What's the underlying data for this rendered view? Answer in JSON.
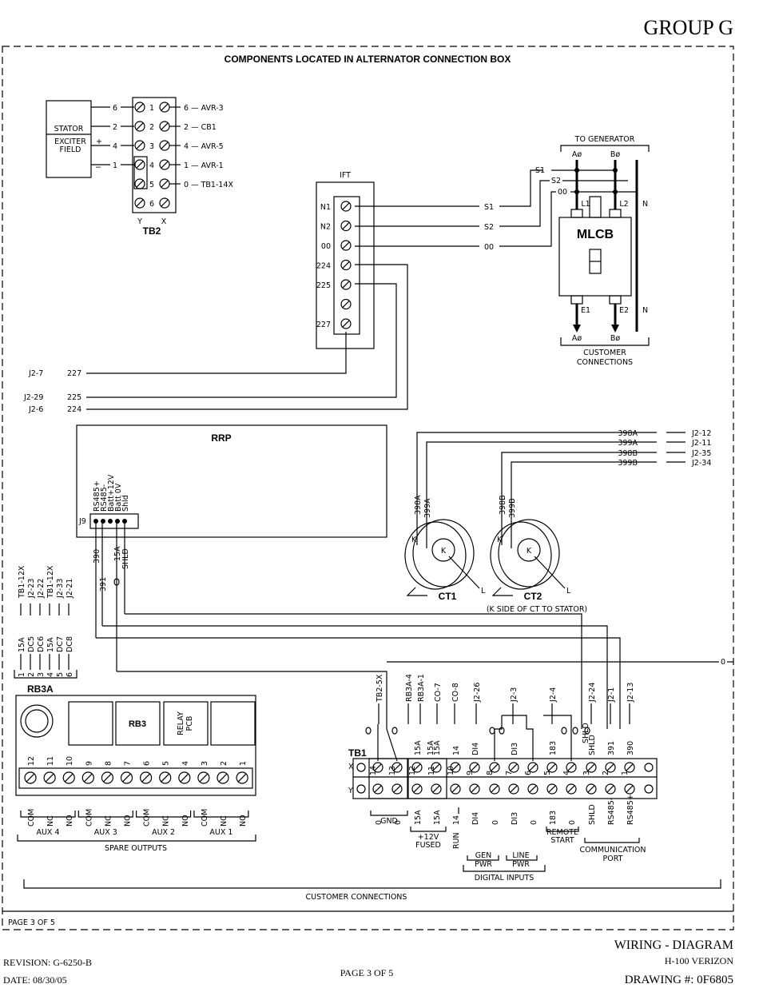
{
  "header": {
    "group": "GROUP G"
  },
  "box_title": "COMPONENTS LOCATED IN ALTERNATOR CONNECTION BOX",
  "tb2": {
    "stator": "STATOR",
    "exciter": [
      "EXCITER",
      "FIELD"
    ],
    "plus": "+",
    "minus": "−",
    "label": "TB2",
    "y": "Y",
    "x": "X",
    "rows": [
      {
        "left": "6",
        "num": "1",
        "right": "6 — AVR-3"
      },
      {
        "left": "2",
        "num": "2",
        "right": "2 — CB1"
      },
      {
        "left": "4",
        "num": "3",
        "right": "4 — AVR-5"
      },
      {
        "left": "1",
        "num": "4",
        "right": "1 — AVR-1"
      },
      {
        "left": "",
        "num": "5",
        "right": "0 — TB1-14X"
      },
      {
        "left": "",
        "num": "6",
        "right": ""
      }
    ]
  },
  "ift": {
    "label": "IFT",
    "terms": [
      "N1",
      "N2",
      "00",
      "224",
      "225",
      "",
      "227"
    ],
    "outs": [
      "S1",
      "S2",
      "00"
    ]
  },
  "mlcb": {
    "label": "MLCB",
    "to_generator": "TO GENERATOR",
    "a": "Aø",
    "b": "Bø",
    "n": "N",
    "l1": "L1",
    "l2": "L2",
    "e1": "E1",
    "e2": "E2",
    "s1": "S1",
    "s2": "S2",
    "o0": "00",
    "customer": [
      "CUSTOMER",
      "CONNECTIONS"
    ]
  },
  "j2": [
    {
      "pin": "J2-7",
      "wire": "227"
    },
    {
      "pin": "J2-29",
      "wire": "225"
    },
    {
      "pin": "J2-6",
      "wire": "224"
    }
  ],
  "rrp": {
    "label": "RRP",
    "j9": "J9",
    "pins": [
      "RS485+",
      "RS485-",
      "Batt+12V",
      "Batt 0V",
      "Shld"
    ],
    "wires": [
      "390",
      "391",
      "15A",
      "SHLD"
    ]
  },
  "ct": {
    "wires": [
      {
        "wire": "398A",
        "pin": "J2-12"
      },
      {
        "wire": "399A",
        "pin": "J2-11"
      },
      {
        "wire": "398B",
        "pin": "J2-35"
      },
      {
        "wire": "399B",
        "pin": "J2-34"
      }
    ],
    "ct1": "CT1",
    "ct2": "CT2",
    "k": "K",
    "l": "L",
    "note": "(K SIDE OF CT TO STATOR)"
  },
  "rb3a": {
    "label": "RB3A",
    "rb3": "RB3",
    "relay": [
      "RELAY",
      "PCB"
    ],
    "plug_pins": [
      "1",
      "2",
      "3",
      "4",
      "5",
      "6"
    ],
    "plug_wires": [
      "15A",
      "DC5",
      "DC6",
      "15A",
      "DC7",
      "DC8"
    ],
    "plug_dest": [
      "TB1-12X",
      "J2-23",
      "J2-22",
      "TB1-12X",
      "J2-33",
      "J2-21"
    ],
    "term_nums": [
      "12",
      "11",
      "10",
      "9",
      "8",
      "7",
      "6",
      "5",
      "4",
      "3",
      "2",
      "1"
    ],
    "term_funcs": [
      "COM",
      "NC",
      "NO",
      "COM",
      "NC",
      "NO",
      "COM",
      "NC",
      "NO",
      "COM",
      "NC",
      "NO"
    ],
    "aux": [
      "AUX 4",
      "AUX 3",
      "AUX 2",
      "AUX 1"
    ],
    "spare": "SPARE OUTPUTS"
  },
  "tb1": {
    "label": "TB1",
    "x": "X",
    "y": "Y",
    "nums": [
      "14",
      "13",
      "12",
      "11",
      "10",
      "9",
      "8",
      "7",
      "6",
      "5",
      "4",
      "3",
      "2",
      "1"
    ],
    "top_wires": [
      "",
      "",
      "15A",
      "15A",
      "14",
      "DI4",
      "",
      "DI3",
      "",
      "183",
      "",
      "SHLD",
      "391",
      "390"
    ],
    "top_wires2": [
      "",
      "",
      "",
      "15A",
      "",
      "",
      "",
      "",
      "",
      "",
      "",
      "",
      "",
      ""
    ],
    "dests": [
      "TB2-5X",
      "RB3A-4",
      "RB3A-1",
      "CO-7",
      "CO-8",
      "J2-26",
      "J2-3",
      "J2-4",
      "J2-24",
      "J2-1",
      "J2-13"
    ],
    "bottom": [
      "0",
      "0",
      "15A",
      "15A",
      "14",
      "DI4",
      "0",
      "DI3",
      "0",
      "183",
      "0",
      "SHLD",
      "RS485-",
      "RS485+"
    ],
    "shld_top": "SHLD",
    "gnd": "GND",
    "fused": [
      "+12V",
      "FUSED"
    ],
    "run": "RUN",
    "gen": [
      "GEN",
      "PWR"
    ],
    "line": [
      "LINE",
      "PWR"
    ],
    "digital": "DIGITAL INPUTS",
    "remote": [
      "REMOTE",
      "START"
    ],
    "comm": [
      "COMMUNICATION",
      "PORT"
    ],
    "o_label": "0"
  },
  "customer_connections": "CUSTOMER CONNECTIONS",
  "page_inner": "PAGE 3 OF 5",
  "footer": {
    "revision": "REVISION: G-6250-B",
    "date": "DATE: 08/30/05",
    "page": "PAGE 3 OF 5",
    "title": "WIRING - DIAGRAM",
    "model": "H-100 VERIZON",
    "drawing": "DRAWING #: 0F6805"
  }
}
